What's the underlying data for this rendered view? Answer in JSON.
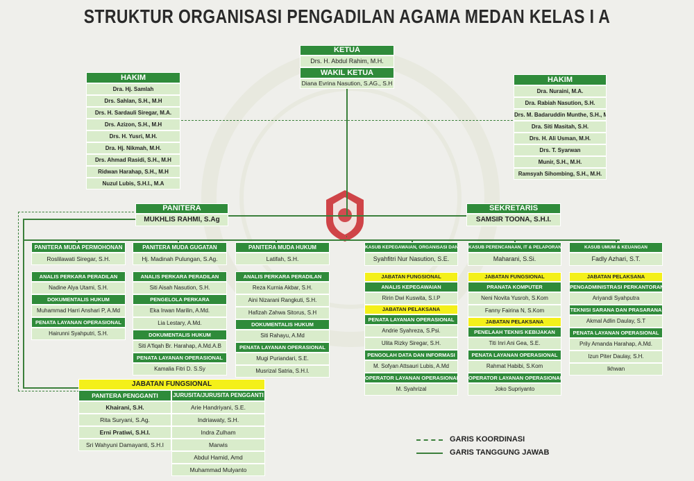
{
  "title": "STRUKTUR ORGANISASI PENGADILAN AGAMA MEDAN KELAS I A",
  "ketua": {
    "label": "KETUA",
    "name": "Drs. H. Abdul Rahim, M.H."
  },
  "wakil": {
    "label": "WAKIL KETUA",
    "name": "Diana Evrina Nasution, S.AG., S.H"
  },
  "hakim_left": {
    "label": "HAKIM",
    "members": [
      "Dra. Hj. Samlah",
      "Drs. Sahlan, S.H., M.H",
      "Drs. H. Sardauli Siregar, M.A.",
      "Drs. Azizon, S.H., M.H",
      "Drs. H. Yusri, M.H.",
      "Dra. Hj. Nikmah, M.H.",
      "Drs. Ahmad Rasidi, S.H., M.H",
      "Ridwan Harahap, S.H., M.H",
      "Nuzul Lubis, S.H.I., M.A"
    ]
  },
  "hakim_right": {
    "label": "HAKIM",
    "members": [
      "Dra. Nuraini, M.A.",
      "Dra. Rabiah Nasution, S.H.",
      "Drs. M. Badaruddin Munthe, S.H., M.H.",
      "Dra. Siti Masitah, S.H.",
      "Drs. H. Ali Usman, M.H.",
      "Drs. T. Syarwan",
      "Munir, S.H., M.H.",
      "Ramsyah Sihombing, S.H., M.H."
    ]
  },
  "panitera": {
    "label": "PANITERA",
    "name": "MUKHLIS RAHMI, S.Ag"
  },
  "sekretaris": {
    "label": "SEKRETARIS",
    "name": "SAMSIR TOONA, S.H.I."
  },
  "pm_permohonan": {
    "label": "PANITERA MUDA PERMOHONAN",
    "name": "Roslilawati Siregar, S.H.",
    "groups": [
      {
        "label": "ANALIS PERKARA PERADILAN",
        "members": [
          "Nadine Alya Utami, S.H."
        ]
      },
      {
        "label": "DOKUMENTALIS HUKUM",
        "members": [
          "Muhammad Harri Anshari P, A.Md"
        ]
      },
      {
        "label": "PENATA LAYANAN OPERASIONAL",
        "members": [
          "Hairunni Syahputri, S.H."
        ]
      }
    ]
  },
  "pm_gugatan": {
    "label": "PANITERA MUDA GUGATAN",
    "name": "Hj. Madinah Pulungan, S.Ag.",
    "groups": [
      {
        "label": "ANALIS PERKARA PERADILAN",
        "members": [
          "Siti Aisah Nasution, S.H."
        ]
      },
      {
        "label": "PENGELOLA PERKARA",
        "members": [
          "Eka Irwan Marilin, A.Md.",
          "Lia Lestary, A.Md."
        ]
      },
      {
        "label": "DOKUMENTALIS HUKUM",
        "members": [
          "Siti A'fiqah Br. Harahap, A.Md.A.B"
        ]
      },
      {
        "label": "PENATA LAYANAN OPERASIONAL",
        "members": [
          "Kamalia Fitri D. S.Sy"
        ]
      }
    ]
  },
  "pm_hukum": {
    "label": "PANITERA MUDA HUKUM",
    "name": "Latifah, S.H.",
    "groups": [
      {
        "label": "ANALIS PERKARA PERADILAN",
        "members": [
          "Reza Kurnia Akbar, S.H.",
          "Aini Nizarani Rangkuti, S.H.",
          "Hafizah Zahwa Sitorus, S.H"
        ]
      },
      {
        "label": "DOKUMENTALIS HUKUM",
        "members": [
          "Siti Rahayu, A.Md"
        ]
      },
      {
        "label": "PENATA LAYANAN OPERASIONAL",
        "members": [
          "Mugi Puriandari, S.E.",
          "Musrizal Satria, S.H.I."
        ]
      }
    ]
  },
  "kasub_kepeg": {
    "label": "KASUB KEPEGAWAIAN, ORGANISASI DAN TATA LAKSANA",
    "name": "Syahfitri Nur Nasution, S.E.",
    "fungsional": "JABATAN FUNGSIONAL",
    "g1": {
      "label": "ANALIS KEPEGAWAIAN",
      "members": [
        "Ririn Dwi Kuswita, S.I.P"
      ]
    },
    "pelaksana": "JABATAN PELAKSANA",
    "g2": {
      "label": "PENATA LAYANAN OPERASIONAL",
      "members": [
        "Andrie Syahreza, S.Psi.",
        "Ulita Rizky Siregar, S.H."
      ]
    },
    "g3": {
      "label": "PENGOLAH DATA DAN INFORMASI",
      "members": [
        "M. Sofyan Attsauri Lubis, A.Md"
      ]
    },
    "g4": {
      "label": "OPERATOR LAYANAN OPERASIONAL",
      "members": [
        "M. Syahrizal"
      ]
    }
  },
  "kasub_perencanaan": {
    "label": "KASUB PERENCANAAN, IT & PELAPORAN",
    "name": "Maharani, S.Si.",
    "fungsional": "JABATAN FUNGSIONAL",
    "g1": {
      "label": "PRANATA KOMPUTER",
      "members": [
        "Neni Novita Yusroh, S.Kom",
        "Fanny Fairina N, S.Kom"
      ]
    },
    "pelaksana": "JABATAN PELAKSANA",
    "g2": {
      "label": "PENELAAH TEKNIS KEBIJAKAN",
      "members": [
        "Titi Inri Ani Gea, S.E."
      ]
    },
    "g3": {
      "label": "PENATA LAYANAN OPERASIONAL",
      "members": [
        "Rahmat Habibi, S.Kom"
      ]
    },
    "g4": {
      "label": "OPERATOR LAYANAN OPERASIONAL",
      "members": [
        "Joko Supriyanto"
      ]
    }
  },
  "kasub_umum": {
    "label": "KASUB UMUM & KEUANGAN",
    "name": "Fadly Azhari, S.T.",
    "pelaksana": "JABATAN PELAKSANA",
    "g1": {
      "label": "PENGADMINISTRASI PERKANTORAN",
      "members": [
        "Ariyandi Syahputra"
      ]
    },
    "g2": {
      "label": "TEKNISI SARANA DAN PRASARANA",
      "members": [
        "Akmal Adlin Daulay, S.T"
      ]
    },
    "g3": {
      "label": "PENATA LAYANAN OPERASIONAL",
      "members": [
        "Prily Amanda Harahap, A.Md.",
        "Izun Piter Daulay, S.H.",
        "Ikhwan"
      ]
    }
  },
  "jabatan_fungsional": {
    "label": "JABATAN FUNGSIONAL",
    "pp": {
      "label": "PANITERA PENGGANTI",
      "members": [
        "Khairani, S.H.",
        "Rita Suryani, S.Ag.",
        "Erni Pratiwi, S.H.I.",
        "Sri Wahyuni Damayanti, S.H.I"
      ]
    },
    "js": {
      "label": "JURUSITA/JURUSITA PENGGANTI",
      "members": [
        "Arie Handriyani, S.E.",
        "Indriawaty, S.H.",
        "Indra Zulham",
        "Marwis",
        "Abdul Hamid, Amd",
        "Muhammad Mulyanto"
      ]
    }
  },
  "legend": {
    "koordinasi": "GARIS KOORDINASI",
    "tanggung_jawab": "GARIS TANGGUNG JAWAB"
  },
  "colors": {
    "header": "#2f8b3a",
    "cell": "#d9eccb",
    "highlight": "#f4f01a",
    "line": "#3a7f3a"
  }
}
